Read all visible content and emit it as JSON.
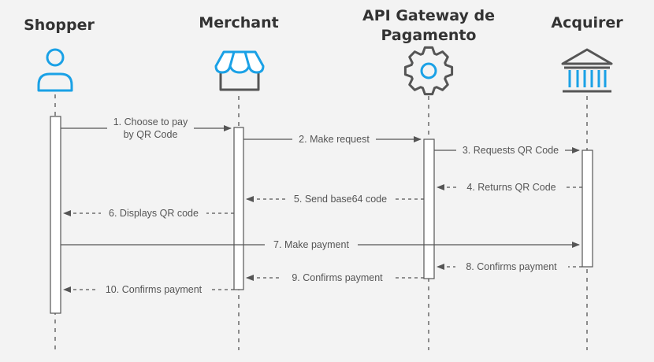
{
  "participants": [
    {
      "id": "shopper",
      "title_lines": [
        "Shopper"
      ],
      "icon": "user-icon"
    },
    {
      "id": "merchant",
      "title_lines": [
        "Merchant"
      ],
      "icon": "store-icon"
    },
    {
      "id": "gateway",
      "title_lines": [
        "API Gateway de",
        "Pagamento"
      ],
      "icon": "gear-icon"
    },
    {
      "id": "acquirer",
      "title_lines": [
        "Acquirer"
      ],
      "icon": "bank-icon"
    }
  ],
  "messages": [
    {
      "label_lines": [
        "1. Choose to pay",
        "by QR Code"
      ],
      "from": "shopper",
      "to": "merchant",
      "style": "solid"
    },
    {
      "label_lines": [
        "2. Make request"
      ],
      "from": "merchant",
      "to": "gateway",
      "style": "solid"
    },
    {
      "label_lines": [
        "3. Requests QR Code"
      ],
      "from": "gateway",
      "to": "acquirer",
      "style": "solid"
    },
    {
      "label_lines": [
        "4. Returns QR Code"
      ],
      "from": "acquirer",
      "to": "gateway",
      "style": "dashed"
    },
    {
      "label_lines": [
        "5. Send base64 code"
      ],
      "from": "gateway",
      "to": "merchant",
      "style": "dashed"
    },
    {
      "label_lines": [
        "6. Displays QR code"
      ],
      "from": "merchant",
      "to": "shopper",
      "style": "dashed"
    },
    {
      "label_lines": [
        "7. Make payment"
      ],
      "from": "shopper",
      "to": "acquirer",
      "style": "solid"
    },
    {
      "label_lines": [
        "8. Confirms payment"
      ],
      "from": "acquirer",
      "to": "gateway",
      "style": "dashed"
    },
    {
      "label_lines": [
        "9. Confirms payment"
      ],
      "from": "gateway",
      "to": "merchant",
      "style": "dashed"
    },
    {
      "label_lines": [
        "10. Confirms payment"
      ],
      "from": "merchant",
      "to": "shopper",
      "style": "dashed"
    }
  ],
  "colors": {
    "accent": "#1aa1e6",
    "line": "#555555",
    "text": "#333333",
    "background": "#f3f3f3"
  }
}
